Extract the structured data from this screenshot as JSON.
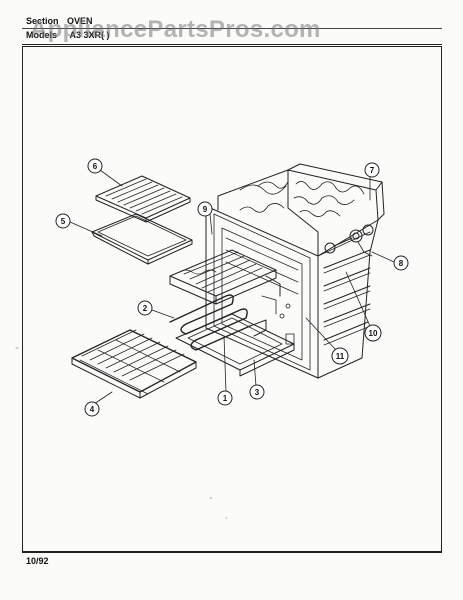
{
  "header": {
    "section_label": "Section",
    "section_value": "OVEN",
    "models_label": "Models",
    "models_value": "A3 3XR( )"
  },
  "watermark": "AppliancePartsPros.com",
  "footer": {
    "date": "10/92"
  },
  "callouts": [
    "1",
    "2",
    "3",
    "4",
    "5",
    "6",
    "7",
    "8",
    "9",
    "10",
    "11"
  ]
}
